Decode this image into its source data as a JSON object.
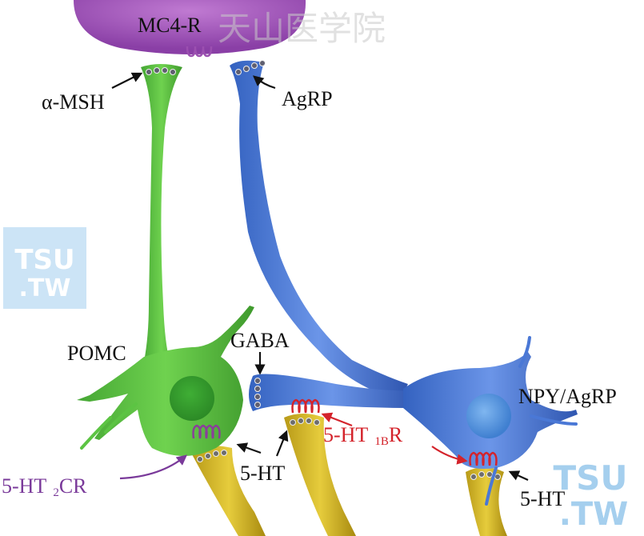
{
  "labels": {
    "mc4r": "MC4-R",
    "alpha_msh": "α-MSH",
    "agrp": "AgRP",
    "pomc": "POMC",
    "gaba": "GABA",
    "npy_agrp": "NPY/AgRP",
    "ht_left": "5-HT",
    "ht_right": "5-HT",
    "ht1br_main": "5-HT",
    "ht1br_sub": "1B",
    "ht1br_end": "R",
    "ht2cr_main": "5-HT",
    "ht2cr_sub": "2",
    "ht2cr_end": "CR"
  },
  "watermarks": {
    "top_text": "天山医学院",
    "left_line1": "TSU",
    "left_line2": ".TW",
    "right_line1": "TSU",
    "right_line2": ".TW"
  },
  "colors": {
    "mc4r_cell": "#9b4fb0",
    "pomc_neuron": "#5cc443",
    "npy_neuron": "#4a78d6",
    "serotonin_axon": "#d1b62a",
    "receptor_purple": "#8a3f9a",
    "receptor_red": "#d4232b",
    "arrow_black": "#111111",
    "label_purple": "#7a3a9a",
    "label_red": "#d4232b",
    "watermark_blue": "#8fc3ea"
  }
}
